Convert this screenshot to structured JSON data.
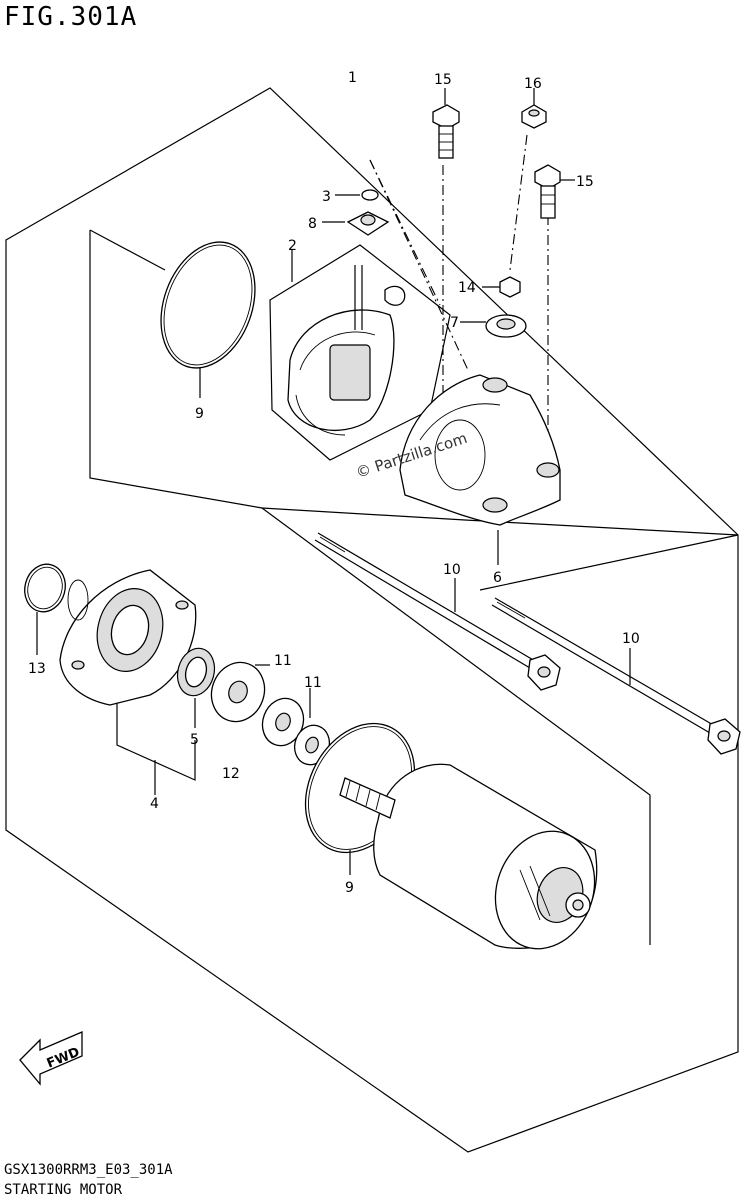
{
  "figure": {
    "title": "FIG.301A",
    "code": "GSX1300RRM3_E03_301A",
    "caption": "STARTING MOTOR",
    "watermark": "© Partzilla.com",
    "fwd_label": "FWD"
  },
  "callouts": {
    "c1": "1",
    "c2": "2",
    "c3": "3",
    "c4": "4",
    "c5": "5",
    "c6": "6",
    "c7": "7",
    "c8": "8",
    "c9a": "9",
    "c9b": "9",
    "c10a": "10",
    "c10b": "10",
    "c11a": "11",
    "c11b": "11",
    "c12": "12",
    "c13": "13",
    "c14": "14",
    "c15a": "15",
    "c15b": "15",
    "c16": "16"
  }
}
